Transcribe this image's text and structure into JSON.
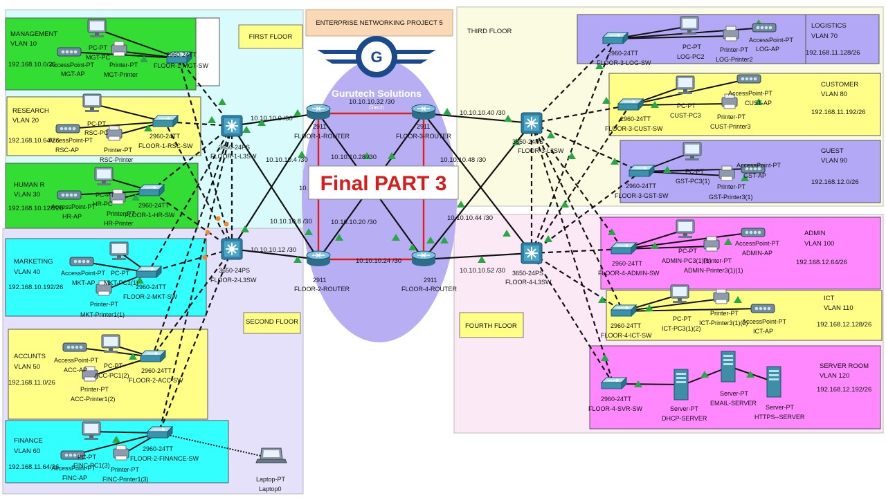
{
  "header": {
    "project_title": "ENTERPRISE NETWORKING PROJECT 5",
    "brand": "Gurutech Solutions",
    "logo_letter": "G",
    "final_label": "Final PART 3"
  },
  "floors": {
    "first": "FIRST FLOOR",
    "second": "SECOND FLOOR",
    "third": "THIRD FLOOR",
    "fourth": "FOURTH FLOOR"
  },
  "vlans": {
    "management": {
      "name": "MANAGEMENT",
      "vlan": "VLAN 10",
      "subnet": "192.168.10.0/26"
    },
    "research": {
      "name": "RESEARCH",
      "vlan": "VLAN 20",
      "subnet": "192.168.10.64/26"
    },
    "hr": {
      "name": "HUMAN R",
      "vlan": "VLAN 30",
      "subnet": "192.168.10.128/26"
    },
    "marketing": {
      "name": "MARKETING",
      "vlan": "VLAN 40",
      "subnet": "192.168.10.192/26"
    },
    "accounts": {
      "name": "ACCUNTS",
      "vlan": "VLAN 50",
      "subnet": "192.168.11.0/26"
    },
    "finance": {
      "name": "FINANCE",
      "vlan": "VLAN 60",
      "subnet": "192.168.11.64/26"
    },
    "logistics": {
      "name": "LOGISTICS",
      "vlan": "VLAN 70",
      "subnet": "192.168.11.128/26"
    },
    "customer": {
      "name": "CUSTOMER",
      "vlan": "VLAN 80",
      "subnet": "192.168.11.192/26"
    },
    "guest": {
      "name": "GUEST",
      "vlan": "VLAN 90",
      "subnet": "192.168.12.0/26"
    },
    "admin": {
      "name": "ADMIN",
      "vlan": "VLAN 100",
      "subnet": "192.168.12.64/26"
    },
    "ict": {
      "name": "ICT",
      "vlan": "VLAN 110",
      "subnet": "192.168.12.128/26"
    },
    "server": {
      "name": "SERVER ROOM",
      "vlan": "VLAN 120",
      "subnet": "192.168.12.192/26"
    }
  },
  "routers": {
    "r1": {
      "model": "2911",
      "name": "FLOOR-1-ROUTER"
    },
    "r2": {
      "model": "2911",
      "name": "FLOOR-2-ROUTER"
    },
    "r3": {
      "model": "2911",
      "name": "FLOOR-3-ROUTER"
    },
    "r4": {
      "model": "2911",
      "name": "FLOOR-4-ROUTER"
    }
  },
  "l3switches": {
    "f1": {
      "model": "3650-24PS",
      "name": "FLOOR-1-L3SW"
    },
    "f2": {
      "model": "3650-24PS",
      "name": "FLOOR-2-L3SW"
    },
    "f3": {
      "model": "3650-24PS",
      "name": "FLOOR-3-L3SW"
    },
    "f4": {
      "model": "3650-24PS",
      "name": "FLOOR-4-L3SW"
    }
  },
  "links": {
    "l1": "10.10.10.0 /30",
    "l2": "10.10.10.4 /30",
    "l3": "10.10.10.8 /30",
    "l4": "10.10.10.12 /30",
    "l5": "10.10.10.20 /30",
    "l6": "10.10.10.24 /30",
    "l7": "10.10.10.28 /30",
    "l8": "10.10.10.32 /30",
    "l9": "10.10.10.40 /30",
    "l10": "10.10.10.44 /30",
    "l11": "10.10.10.48 /30",
    "l12": "10.10.10.52 /30",
    "l13": "10."
  },
  "devices": {
    "mgt": {
      "ap_model": "AccessPoint-PT",
      "ap": "MGT-AP",
      "pc_model": "PC-PT",
      "pc": "MGT-PC",
      "printer_model": "Printer-PT",
      "printer": "MGT-Printer",
      "sw_model": "2960-24TT",
      "sw": "FLOOR-1-MGT-SW"
    },
    "rsc": {
      "ap_model": "AccessPoint-PT",
      "ap": "RSC-AP",
      "pc_model": "PC-PT",
      "pc": "RSC-PC",
      "printer_model": "Printer-PT",
      "printer": "RSC-Printer",
      "sw_model": "2960-24TT",
      "sw": "FLOOR-1-RSC-SW"
    },
    "hr": {
      "ap_model": "AccessPoint-PT",
      "ap": "HR-AP",
      "pc_model": "PC-PT",
      "pc": "HR-PC",
      "printer_model": "Printer-PT",
      "printer": "HR-Printer",
      "sw_model": "2960-24TT",
      "sw": "FLOOR-1-HR-SW"
    },
    "mkt": {
      "ap_model": "AccessPoint-PT",
      "ap": "MKT-AP",
      "pc_model": "PC-PT",
      "pc": "MKT-PC1(1)",
      "printer_model": "Printer-PT",
      "printer": "MKT-Printer1(1)",
      "sw_model": "2960-24TT",
      "sw": "FLOOR-2-MKT-SW"
    },
    "acc": {
      "ap_model": "AccessPoint-PT",
      "ap": "ACC-AP",
      "pc_model": "PC-PT",
      "pc": "ACC-PC1(2)",
      "printer_model": "Printer-PT",
      "printer": "ACC-Printer1(2)",
      "sw_model": "2960-24TT",
      "sw": "FLOOR-2-ACC-SW"
    },
    "finc": {
      "ap_model": "AccessPoint-PT",
      "ap": "FINC-AP",
      "pc_model": "PC-PT",
      "pc": "FINC-PC1(3)",
      "printer_model": "Printer-PT",
      "printer": "FINC-Printer1(3)",
      "sw_model": "2960-24TT",
      "sw": "FLOOR-2-FINANCE-SW"
    },
    "log": {
      "ap_model": "AccessPoint-PT",
      "ap": "LOG-AP",
      "pc_model": "PC-PT",
      "pc": "LOG-PC2",
      "printer_model": "Printer-PT",
      "printer": "LOG-Printer2",
      "sw_model": "2960-24TT",
      "sw": "FLOOR-3-LOG-SW"
    },
    "cust": {
      "ap_model": "AccessPoint-PT",
      "ap": "CUST-AP",
      "pc_model": "PC-PT",
      "pc": "CUST-PC3",
      "printer_model": "Printer-PT",
      "printer": "CUST-Printer3",
      "sw_model": "2960-24TT",
      "sw": "FLOOR-3-CUST-SW"
    },
    "gst": {
      "ap_model": "AccessPoint-PT",
      "ap": "GST-AP",
      "pc_model": "PC-PT",
      "pc": "GST-PC3(1)",
      "printer_model": "Printer-PT",
      "printer": "GST-Printer3(1)",
      "sw_model": "2960-24TT",
      "sw": "FLOOR-3-GST-SW"
    },
    "admin": {
      "ap_model": "AccessPoint-PT",
      "ap": "ADMIN-AP",
      "pc_model": "PC-PT",
      "pc": "ADMIN-PC3(1)(1)",
      "printer_model": "Printer-PT",
      "printer": "ADMIN-Printer3(1)(1)",
      "sw_model": "2960-24TT",
      "sw": "FLOOR-4-ADMIN-SW"
    },
    "ict": {
      "ap_model": "AccessPoint-PT",
      "ap": "ICT-AP",
      "pc_model": "PC-PT",
      "pc": "ICT-PC3(1)(2)",
      "printer_model": "Printer-PT",
      "printer": "ICT-Printer3(1)(2)",
      "sw_model": "2960-24TT",
      "sw": "FLOOR-4-ICT-SW"
    },
    "svr": {
      "sw_model": "2960-24TT",
      "sw": "FLOOR-4-SVR-SW",
      "srv_model": "Server-PT",
      "dhcp": "DHCP-SERVER",
      "email": "EMAIL-SERVER",
      "https": "HTTPS--SERVER"
    },
    "laptop": {
      "model": "Laptop-PT",
      "name": "Laptop0"
    }
  },
  "colors": {
    "green": "#33dd33",
    "yellow": "#ffff88",
    "cyan": "#33ffff",
    "purple": "#b3a8f5",
    "pink": "#ff88ff",
    "title_red": "#d81c1c",
    "logo_blue": "#1a4a8c"
  }
}
